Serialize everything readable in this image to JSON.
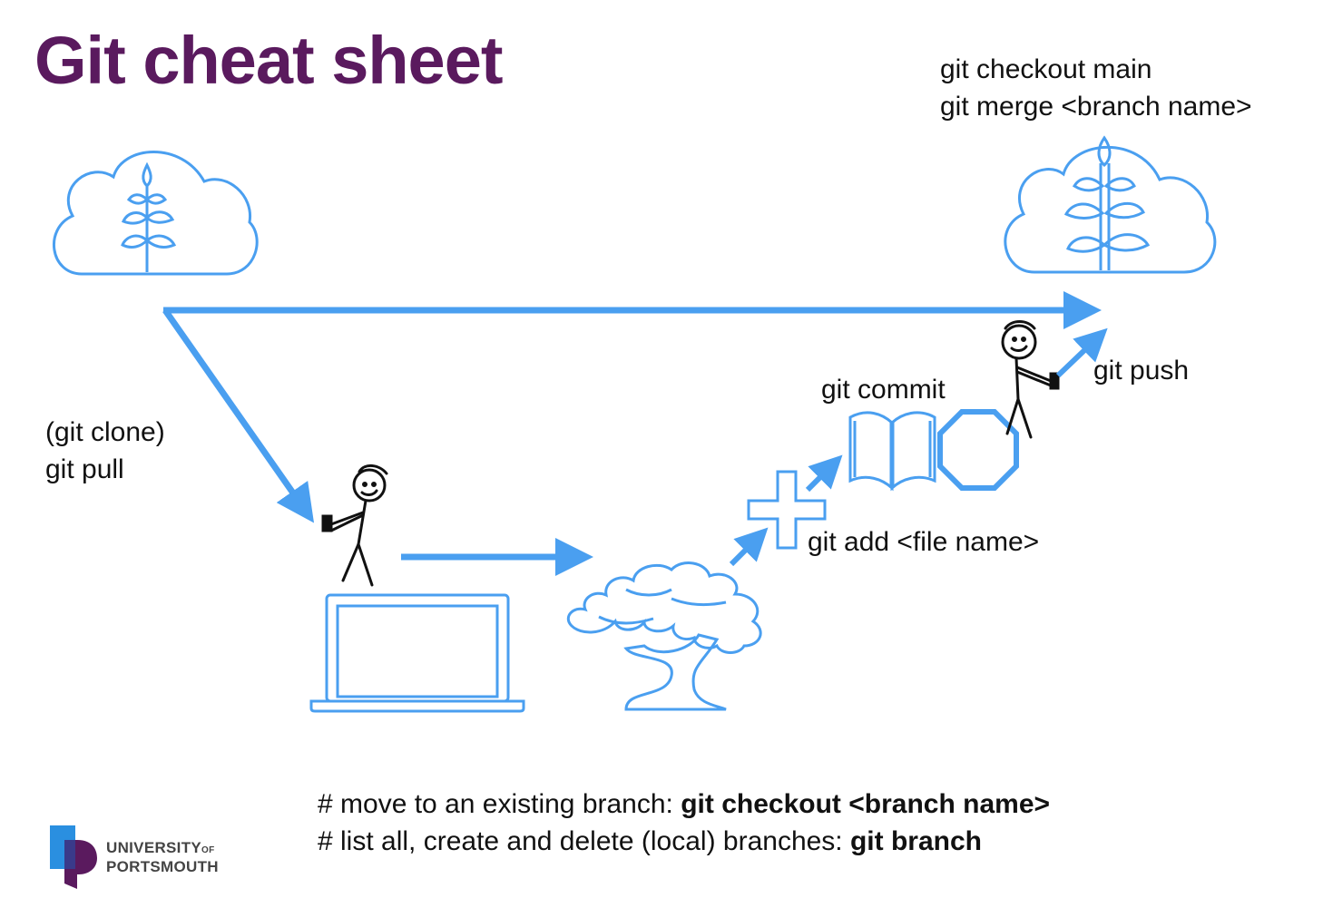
{
  "title": "Git cheat sheet",
  "labels": {
    "merge_line1": "git checkout main",
    "merge_line2": "git merge <branch name>",
    "clone": "(git clone)",
    "pull": "git pull",
    "commit": "git commit",
    "push": "git push",
    "add": "git add <file name>"
  },
  "footnotes": [
    {
      "text": "# move to an existing branch: ",
      "cmd": "git checkout <branch name>"
    },
    {
      "text": "# list all, create and delete (local) branches: ",
      "cmd": "git branch"
    }
  ],
  "logo": {
    "line1": "UNIVERSITY",
    "of": "OF",
    "line2": "PORTSMOUTH"
  },
  "colors": {
    "title": "#5a1a5e",
    "accent_blue": "#4a9ff0",
    "logo_blue": "#2a8fe0",
    "logo_purple": "#5a1a5e"
  }
}
